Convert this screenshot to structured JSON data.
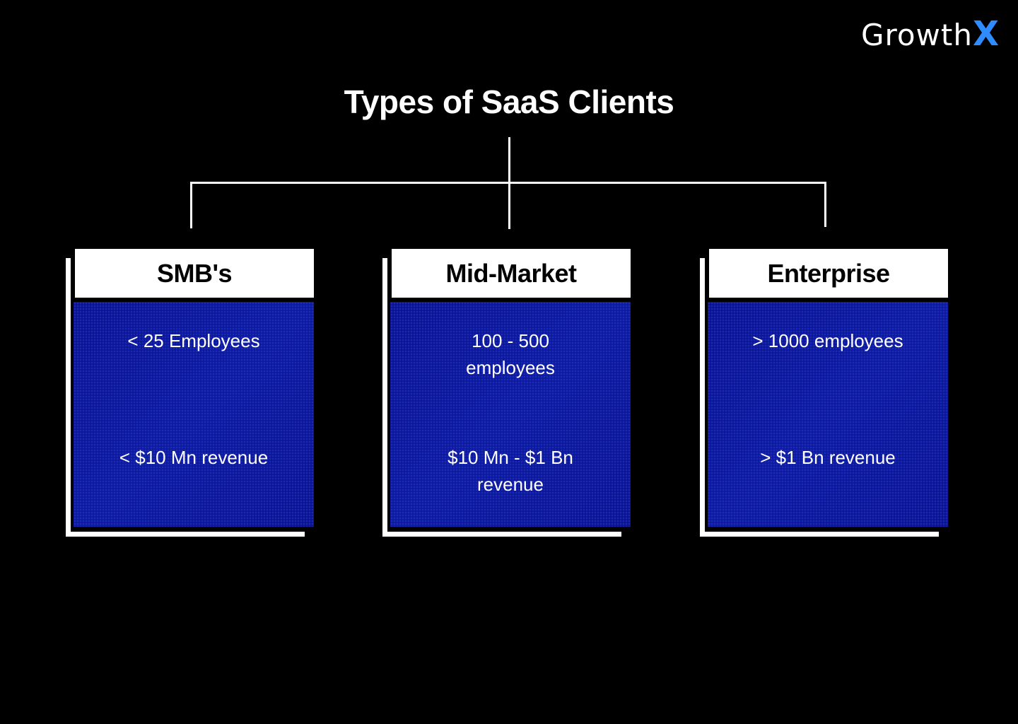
{
  "brand": {
    "name_main": "Growth",
    "name_accent": "X",
    "accent_color": "#2f8cff"
  },
  "diagram": {
    "title": "Types of SaaS Clients",
    "colors": {
      "background": "#000000",
      "card_header": "#ffffff",
      "card_body": "#0b1494",
      "connector": "#ffffff"
    },
    "categories": [
      {
        "name": "SMB's",
        "employees": "< 25 Employees",
        "revenue": "< $10 Mn revenue"
      },
      {
        "name": "Mid-Market",
        "employees": "100 - 500 employees",
        "revenue": "$10 Mn - $1 Bn revenue"
      },
      {
        "name": "Enterprise",
        "employees": "> 1000 employees",
        "revenue": "> $1 Bn revenue"
      }
    ]
  }
}
